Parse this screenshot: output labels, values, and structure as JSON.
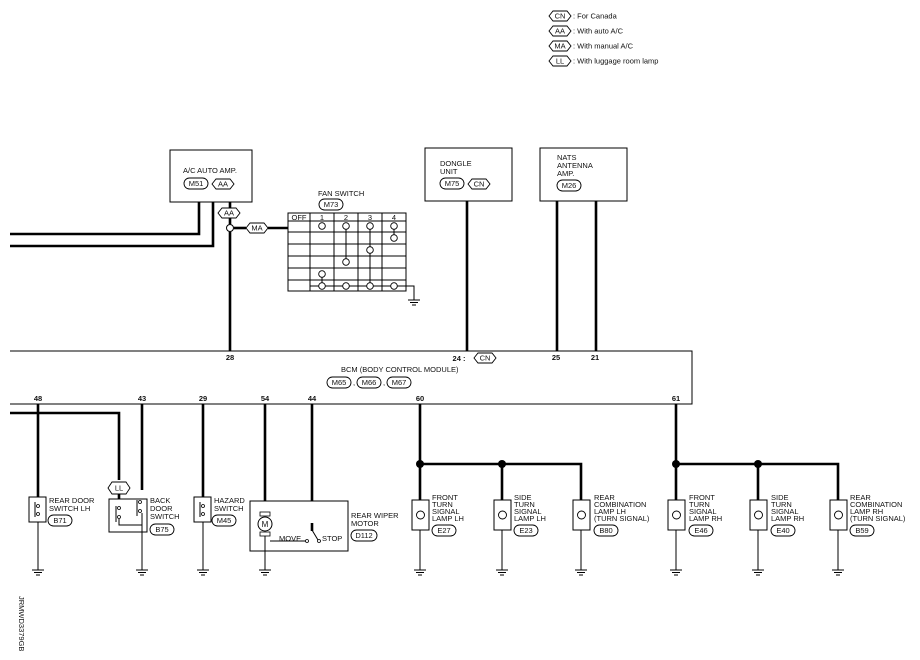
{
  "legend": [
    {
      "code": "CN",
      "text": ": For Canada"
    },
    {
      "code": "AA",
      "text": ": With auto A/C"
    },
    {
      "code": "MA",
      "text": ": With manual A/C"
    },
    {
      "code": "LL",
      "text": ": With luggage room lamp"
    }
  ],
  "ac_amp": {
    "label": "A/C AUTO AMP.",
    "connector": "M51",
    "tag": "AA"
  },
  "branch_tags": {
    "upper": "AA",
    "lower": "MA"
  },
  "fan_switch": {
    "label": "FAN SWITCH",
    "connector": "M73",
    "headers": [
      "OFF",
      "1",
      "2",
      "3",
      "4"
    ]
  },
  "dongle": {
    "label_lines": [
      "DONGLE",
      "UNIT"
    ],
    "connector": "M75",
    "tag": "CN"
  },
  "nats": {
    "label_lines": [
      "NATS",
      "ANTENNA",
      "AMP."
    ],
    "connector": "M26"
  },
  "bcm": {
    "label": "BCM (BODY CONTROL MODULE)",
    "connectors": [
      "M65",
      "M66",
      "M67"
    ],
    "top_pins": {
      "p28": "28",
      "p24": "24 :",
      "p24_tag": "CN",
      "p25": "25",
      "p21": "21"
    },
    "bottom_pins": {
      "p48": "48",
      "p43": "43",
      "p29": "29",
      "p54": "54",
      "p44": "44",
      "p60": "60",
      "p61": "61"
    }
  },
  "components": {
    "rear_door_switch": {
      "lines": [
        "REAR DOOR",
        "SWITCH LH"
      ],
      "connector": "B71"
    },
    "back_door_switch": {
      "lines": [
        "BACK",
        "DOOR",
        "SWITCH"
      ],
      "connector": "B75",
      "tag": "LL"
    },
    "hazard_switch": {
      "lines": [
        "HAZARD",
        "SWITCH"
      ],
      "connector": "M45"
    },
    "rear_wiper_motor": {
      "lines": [
        "REAR WIPER",
        "MOTOR"
      ],
      "connector": "D112",
      "motor_symbol": "M",
      "move": "MOVE",
      "stop": "STOP"
    },
    "front_turn_lh": {
      "lines": [
        "FRONT",
        "TURN",
        "SIGNAL",
        "LAMP LH"
      ],
      "connector": "E27"
    },
    "side_turn_lh": {
      "lines": [
        "SIDE",
        "TURN",
        "SIGNAL",
        "LAMP LH"
      ],
      "connector": "E23"
    },
    "rear_combo_lh": {
      "lines": [
        "REAR",
        "COMBINATION",
        "LAMP LH",
        "(TURN SIGNAL)"
      ],
      "connector": "B80"
    },
    "front_turn_rh": {
      "lines": [
        "FRONT",
        "TURN",
        "SIGNAL",
        "LAMP RH"
      ],
      "connector": "E46"
    },
    "side_turn_rh": {
      "lines": [
        "SIDE",
        "TURN",
        "SIGNAL",
        "LAMP RH"
      ],
      "connector": "E40"
    },
    "rear_combo_rh": {
      "lines": [
        "REAR",
        "COMBINATION",
        "LAMP RH",
        "(TURN SIGNAL)"
      ],
      "connector": "B59"
    }
  },
  "diagram_code": "JRMWD3379GB"
}
